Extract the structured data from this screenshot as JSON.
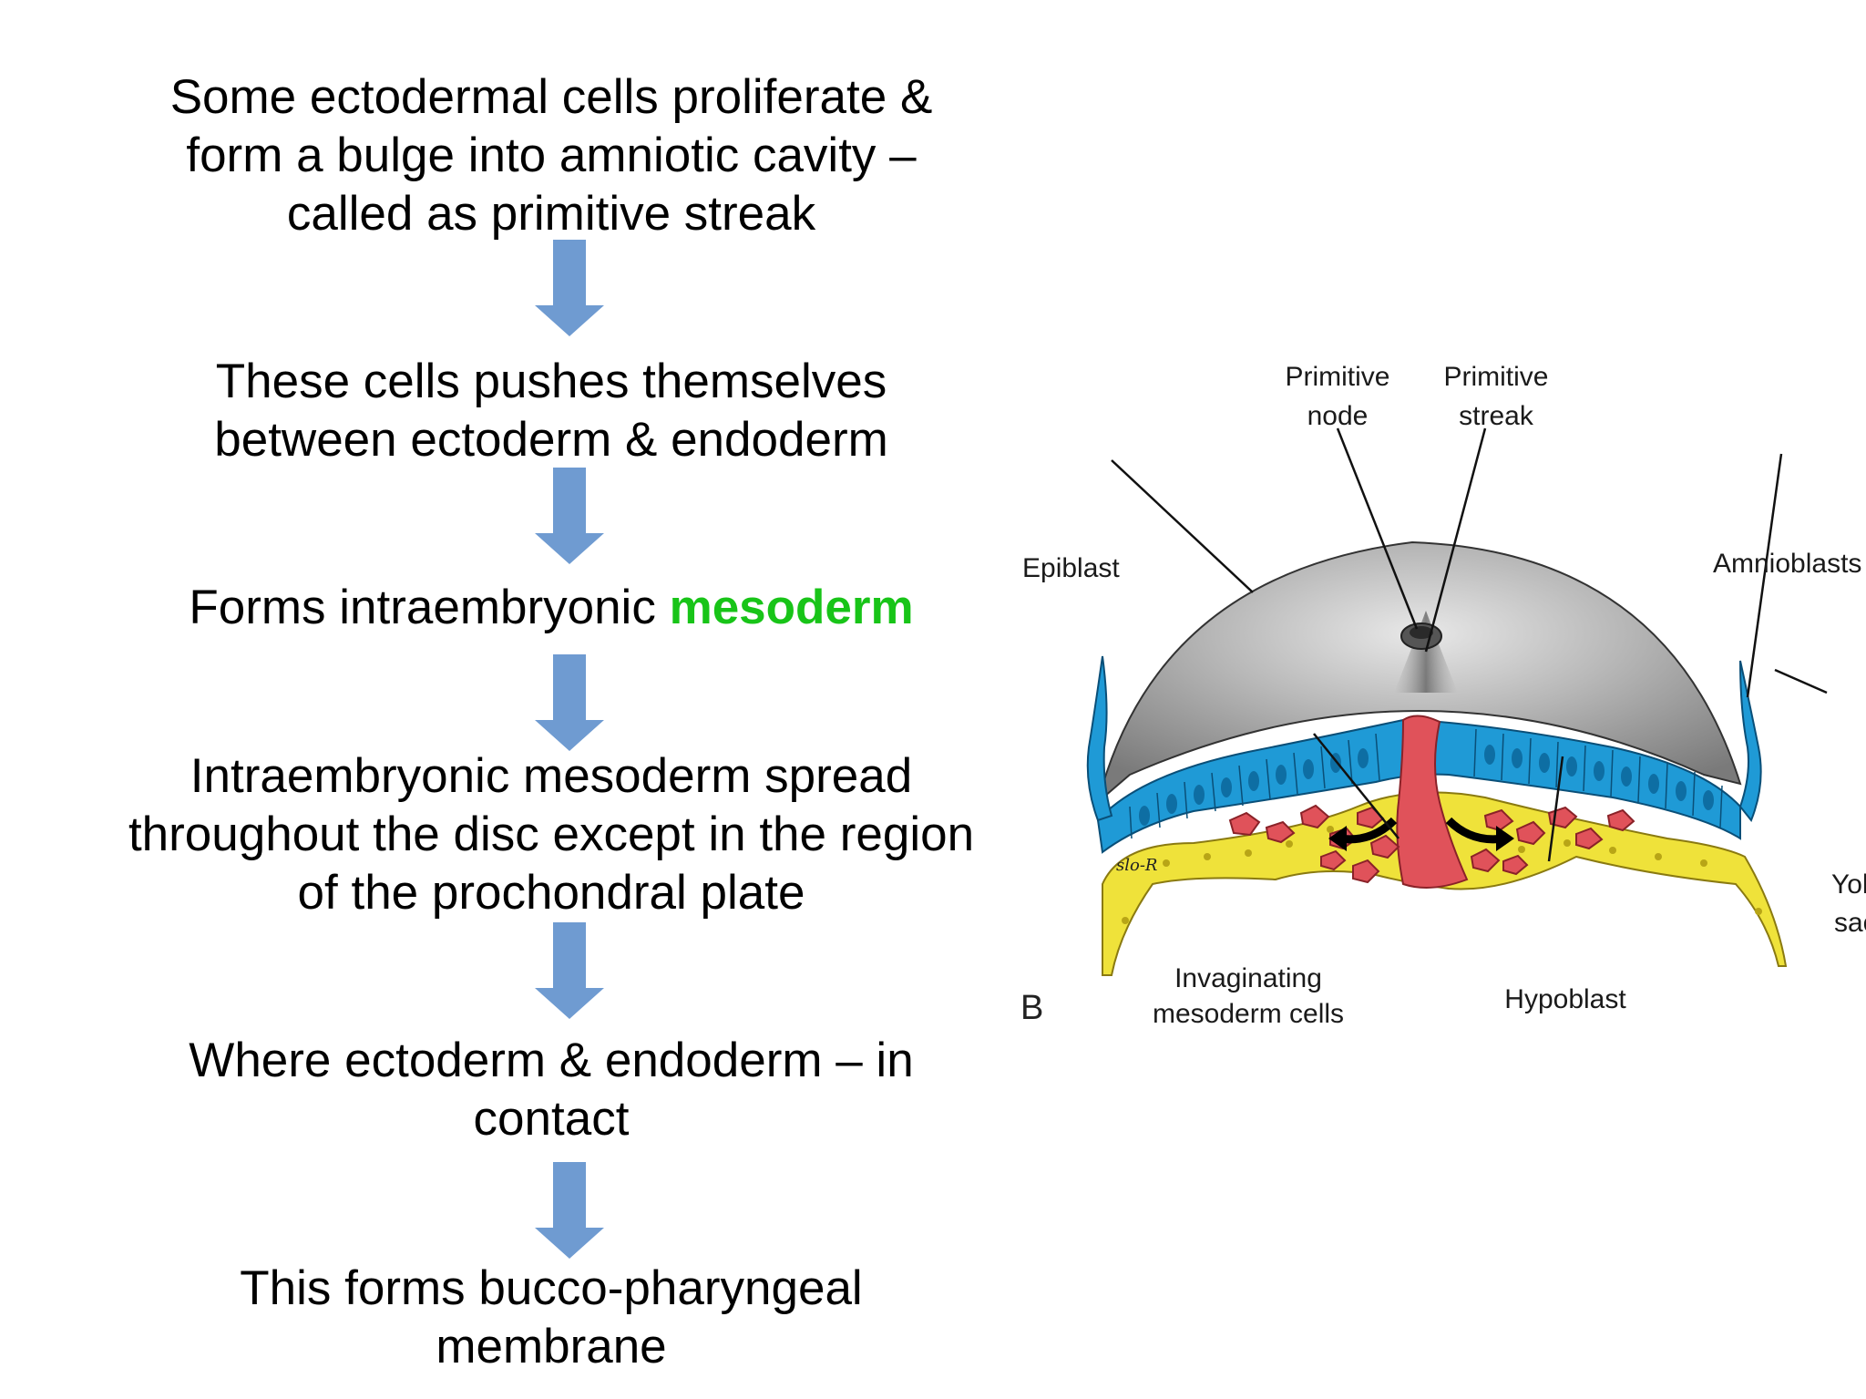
{
  "flow": {
    "steps": [
      {
        "lines": [
          "Some ectodermal cells proliferate &",
          "form a bulge into amniotic cavity –",
          "called as primitive streak"
        ]
      },
      {
        "lines": [
          "These cells pushes themselves",
          "between ectoderm & endoderm"
        ]
      },
      {
        "prefix": "Forms intraembryonic ",
        "highlight": "mesoderm"
      },
      {
        "lines": [
          "Intraembryonic mesoderm spread",
          "throughout the disc except in the region",
          "of the prochondral plate"
        ]
      },
      {
        "lines": [
          "Where ectoderm & endoderm – in",
          "contact"
        ]
      },
      {
        "lines": [
          "This forms bucco-pharyngeal",
          "membrane"
        ]
      }
    ],
    "arrow_color": "#6f9bd1",
    "highlight_color": "#18c418"
  },
  "diagram": {
    "labels": {
      "primitive_node": [
        "Primitive",
        "node"
      ],
      "primitive_streak": [
        "Primitive",
        "streak"
      ],
      "epiblast": "Epiblast",
      "amnioblasts": "Amnioblasts",
      "yolk_sac": [
        "Yolk",
        "sac"
      ],
      "invaginating": [
        "Invaginating",
        "mesoderm cells"
      ],
      "hypoblast": "Hypoblast",
      "panel_letter": "B",
      "signature": "slo-R"
    },
    "colors": {
      "epiblast": "#1f9ad6",
      "hypoblast": "#efe23a",
      "mesoderm": "#e0525a",
      "amnion": "#9a9a9a"
    }
  }
}
